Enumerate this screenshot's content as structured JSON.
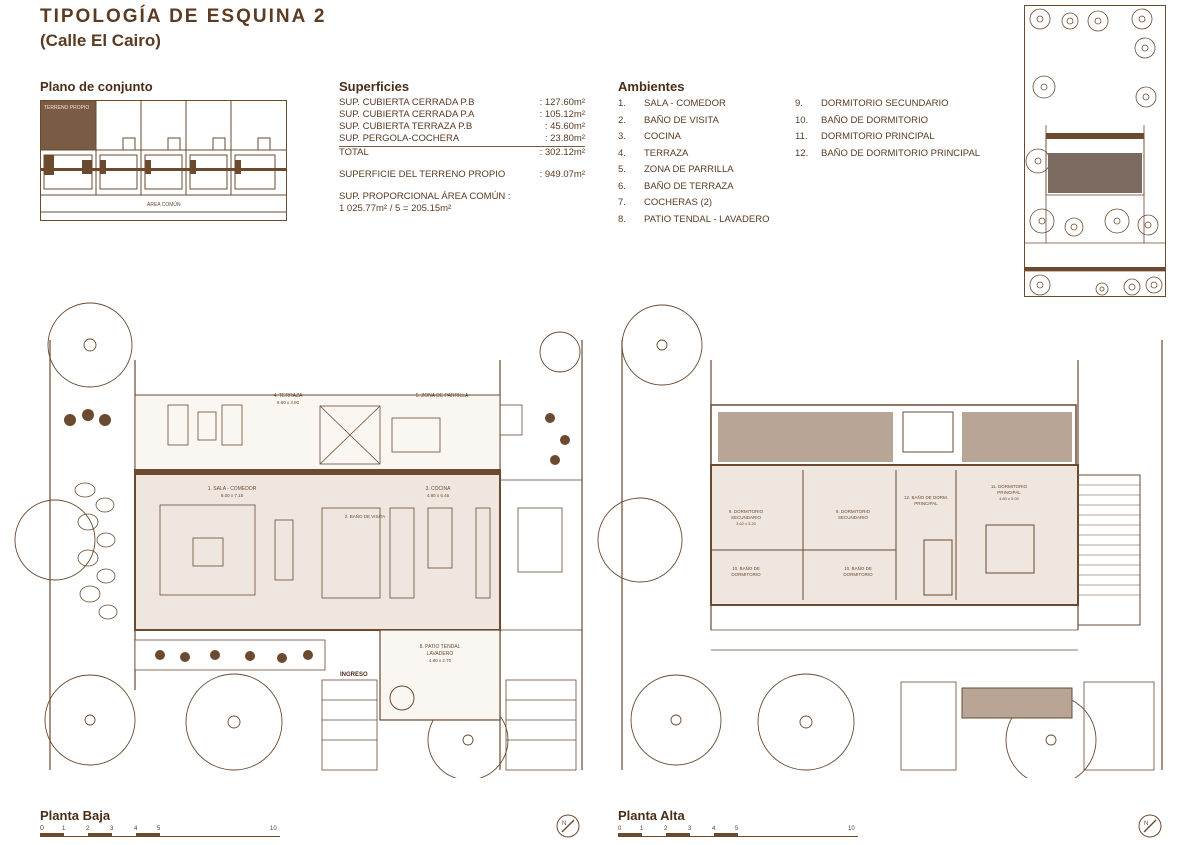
{
  "header": {
    "title": "TIPOLOGÍA DE ESQUINA 2",
    "subtitle": "(Calle El Cairo)"
  },
  "plano_conjunto": {
    "heading": "Plano de conjunto",
    "terreno_label": "TERRENO PROPIO",
    "area_label": "ÁREA COMÚN"
  },
  "superficies": {
    "heading": "Superficies",
    "rows": [
      {
        "label": "SUP. CUBIERTA  CERRADA P.B",
        "value": ": 127.60m²"
      },
      {
        "label": "SUP. CUBIERTA  CERRADA P.A",
        "value": ": 105.12m²"
      },
      {
        "label": "SUP. CUBIERTA TERRAZA P.B",
        "value": ":  45.60m²"
      },
      {
        "label": "SUP. PERGOLA-COCHERA",
        "value": ":  23.80m²"
      }
    ],
    "total": {
      "label": "TOTAL",
      "value": ": 302.12m²"
    },
    "terreno": {
      "label": "SUPERFICIE DEL TERRENO PROPIO",
      "value": ": 949.07m²"
    },
    "proporcional_1": "SUP. PROPORCIONAL ÁREA COMÚN :",
    "proporcional_2": "1 025.77m² / 5 = 205.15m²"
  },
  "ambientes": {
    "heading": "Ambientes",
    "col1": [
      {
        "n": "1.",
        "label": "SALA - COMEDOR"
      },
      {
        "n": "2.",
        "label": "BAÑO DE VISITA"
      },
      {
        "n": "3.",
        "label": "COCINA"
      },
      {
        "n": "4.",
        "label": "TERRAZA"
      },
      {
        "n": "5.",
        "label": "ZONA DE PARRILLA"
      },
      {
        "n": "6.",
        "label": "BAÑO DE TERRAZA"
      },
      {
        "n": "7.",
        "label": "COCHERAS (2)"
      },
      {
        "n": "8.",
        "label": "PATIO TENDAL - LAVADERO"
      }
    ],
    "col2": [
      {
        "n": "9.",
        "label": "DORMITORIO SECUNDARIO"
      },
      {
        "n": "10.",
        "label": "BAÑO DE DORMITORIO"
      },
      {
        "n": "11.",
        "label": "DORMITORIO PRINCIPAL"
      },
      {
        "n": "12.",
        "label": "BAÑO DE DORMITORIO PRINCIPAL"
      }
    ]
  },
  "planta_baja": {
    "label": "Planta Baja",
    "rooms": {
      "terraza": "4. TERRAZA",
      "terraza_dim": "9.60 x 3.90",
      "parrilla": "5. ZONA DE PARRILLA",
      "sala": "1. SALA - COMEDOR",
      "sala_dim": "8.00 x 7.15",
      "cocina": "3. COCINA",
      "cocina_dim": "4.80 x 6.45",
      "bano_visita": "2. BAÑO DE VISITA",
      "patio": "8. PATIO TENDAL",
      "patio_2": "LAVADERO",
      "patio_dim": "4.80 x 2.70",
      "ingreso": "INGRESO"
    }
  },
  "planta_alta": {
    "label": "Planta Alta",
    "rooms": {
      "dorm_sec_a": "9. DORMITORIO",
      "dorm_sec_a2": "SECUNDARIO",
      "dorm_sec_b": "9. DORMITORIO",
      "dorm_sec_b2": "SECUNDARIO",
      "dorm_dim": "3.62 x 3.20",
      "bano_a": "10. BAÑO DE",
      "bano_a2": "DORMITORIO",
      "bano_b": "10. BAÑO DE",
      "bano_b2": "DORMITORIO",
      "bano_ppal": "12. BAÑO DE DORM.",
      "bano_ppal2": "PRINCIPAL",
      "dorm_ppal": "11. DORMITORIO",
      "dorm_ppal2": "PRINCIPAL",
      "dorm_ppal_dim": "4.80 x 5.00"
    }
  },
  "scale": {
    "ticks": [
      "0",
      "1",
      "2",
      "3",
      "4",
      "5",
      "10"
    ]
  },
  "north_symbol": "N",
  "colors": {
    "ink": "#6b4a30",
    "dark": "#4a2e18",
    "fill_dark": "#6b4a30",
    "fill_light": "#efe7df",
    "hatch": "#b9a595"
  }
}
